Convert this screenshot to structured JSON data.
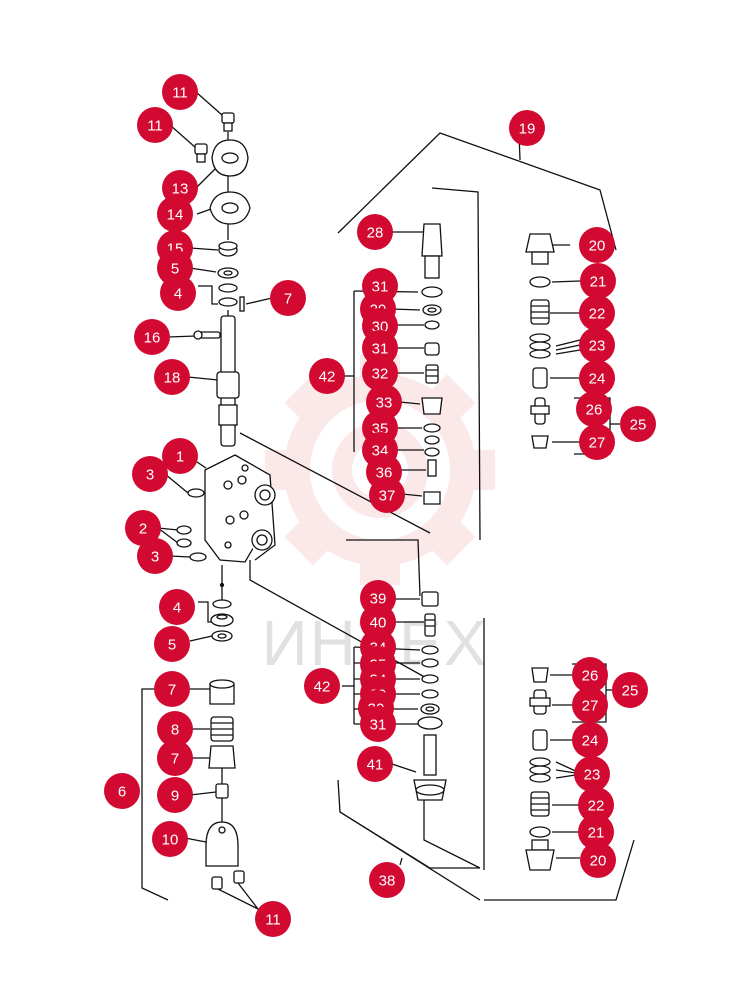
{
  "colors": {
    "callout": "#d20a32",
    "callout_text": "#ffffff",
    "line": "#111111",
    "watermark_gear": "#f4b3b3"
  },
  "watermark": {
    "text": "ИНТЕХ"
  },
  "callouts": [
    {
      "id": "c11a",
      "label": "11"
    },
    {
      "id": "c11b",
      "label": "11"
    },
    {
      "id": "c13",
      "label": "13"
    },
    {
      "id": "c14",
      "label": "14"
    },
    {
      "id": "c15",
      "label": "15"
    },
    {
      "id": "c5a",
      "label": "5"
    },
    {
      "id": "c4a",
      "label": "4"
    },
    {
      "id": "c7a",
      "label": "7"
    },
    {
      "id": "c16",
      "label": "16"
    },
    {
      "id": "c18",
      "label": "18"
    },
    {
      "id": "c1",
      "label": "1"
    },
    {
      "id": "c3a",
      "label": "3"
    },
    {
      "id": "c2",
      "label": "2"
    },
    {
      "id": "c3b",
      "label": "3"
    },
    {
      "id": "c4b",
      "label": "4"
    },
    {
      "id": "c5b",
      "label": "5"
    },
    {
      "id": "c7b",
      "label": "7"
    },
    {
      "id": "c8",
      "label": "8"
    },
    {
      "id": "c7c",
      "label": "7"
    },
    {
      "id": "c6",
      "label": "6"
    },
    {
      "id": "c9",
      "label": "9"
    },
    {
      "id": "c10",
      "label": "10"
    },
    {
      "id": "c11c",
      "label": "11"
    },
    {
      "id": "c19",
      "label": "19"
    },
    {
      "id": "c28",
      "label": "28"
    },
    {
      "id": "c31a",
      "label": "31"
    },
    {
      "id": "c29",
      "label": "29"
    },
    {
      "id": "c30a",
      "label": "30"
    },
    {
      "id": "c31b",
      "label": "31"
    },
    {
      "id": "c42a",
      "label": "42"
    },
    {
      "id": "c32",
      "label": "32"
    },
    {
      "id": "c33",
      "label": "33"
    },
    {
      "id": "c35a",
      "label": "35"
    },
    {
      "id": "c34a",
      "label": "34"
    },
    {
      "id": "c36",
      "label": "36"
    },
    {
      "id": "c37",
      "label": "37"
    },
    {
      "id": "c20a",
      "label": "20"
    },
    {
      "id": "c21a",
      "label": "21"
    },
    {
      "id": "c22a",
      "label": "22"
    },
    {
      "id": "c23a",
      "label": "23"
    },
    {
      "id": "c24a",
      "label": "24"
    },
    {
      "id": "c26a",
      "label": "26"
    },
    {
      "id": "c25a",
      "label": "25"
    },
    {
      "id": "c27a",
      "label": "27"
    },
    {
      "id": "c39",
      "label": "39"
    },
    {
      "id": "c40",
      "label": "40"
    },
    {
      "id": "c34b",
      "label": "34"
    },
    {
      "id": "c35b",
      "label": "35"
    },
    {
      "id": "c34c",
      "label": "34"
    },
    {
      "id": "c42b",
      "label": "42"
    },
    {
      "id": "c29b",
      "label": "29"
    },
    {
      "id": "c30b",
      "label": "30"
    },
    {
      "id": "c31c",
      "label": "31"
    },
    {
      "id": "c41",
      "label": "41"
    },
    {
      "id": "c38",
      "label": "38"
    },
    {
      "id": "c26b",
      "label": "26"
    },
    {
      "id": "c25b",
      "label": "25"
    },
    {
      "id": "c27b",
      "label": "27"
    },
    {
      "id": "c24b",
      "label": "24"
    },
    {
      "id": "c23b",
      "label": "23"
    },
    {
      "id": "c22b",
      "label": "22"
    },
    {
      "id": "c21b",
      "label": "21"
    },
    {
      "id": "c20b",
      "label": "20"
    }
  ]
}
